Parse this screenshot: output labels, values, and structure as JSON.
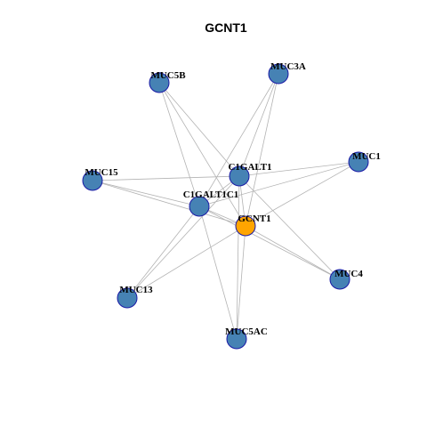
{
  "title": "GCNT1",
  "colors": {
    "neighbor_fill": "#4682B4",
    "center_fill": "#FFA500",
    "node_stroke": "#1A1AA6",
    "edge": "#B3B3B3"
  },
  "nodes": [
    {
      "id": "GCNT1",
      "label": "GCNT1",
      "role": "center"
    },
    {
      "id": "C1GALT1",
      "label": "C1GALT1",
      "role": "neighbor"
    },
    {
      "id": "C1GALT1C1",
      "label": "C1GALT1C1",
      "role": "neighbor"
    },
    {
      "id": "MUC5B",
      "label": "MUC5B",
      "role": "neighbor"
    },
    {
      "id": "MUC3A",
      "label": "MUC3A",
      "role": "neighbor"
    },
    {
      "id": "MUC1",
      "label": "MUC1",
      "role": "neighbor"
    },
    {
      "id": "MUC15",
      "label": "MUC15",
      "role": "neighbor"
    },
    {
      "id": "MUC4",
      "label": "MUC4",
      "role": "neighbor"
    },
    {
      "id": "MUC13",
      "label": "MUC13",
      "role": "neighbor"
    },
    {
      "id": "MUC5AC",
      "label": "MUC5AC",
      "role": "neighbor"
    }
  ],
  "edges": [
    [
      "GCNT1",
      "C1GALT1"
    ],
    [
      "GCNT1",
      "C1GALT1C1"
    ],
    [
      "GCNT1",
      "MUC5B"
    ],
    [
      "GCNT1",
      "MUC3A"
    ],
    [
      "GCNT1",
      "MUC1"
    ],
    [
      "GCNT1",
      "MUC15"
    ],
    [
      "GCNT1",
      "MUC4"
    ],
    [
      "GCNT1",
      "MUC13"
    ],
    [
      "GCNT1",
      "MUC5AC"
    ],
    [
      "C1GALT1",
      "C1GALT1C1"
    ],
    [
      "C1GALT1",
      "MUC5B"
    ],
    [
      "C1GALT1",
      "MUC3A"
    ],
    [
      "C1GALT1",
      "MUC1"
    ],
    [
      "C1GALT1",
      "MUC15"
    ],
    [
      "C1GALT1",
      "MUC4"
    ],
    [
      "C1GALT1",
      "MUC13"
    ],
    [
      "C1GALT1",
      "MUC5AC"
    ],
    [
      "C1GALT1C1",
      "MUC5B"
    ],
    [
      "C1GALT1C1",
      "MUC3A"
    ],
    [
      "C1GALT1C1",
      "MUC1"
    ],
    [
      "C1GALT1C1",
      "MUC15"
    ],
    [
      "C1GALT1C1",
      "MUC4"
    ],
    [
      "C1GALT1C1",
      "MUC13"
    ],
    [
      "C1GALT1C1",
      "MUC5AC"
    ]
  ]
}
